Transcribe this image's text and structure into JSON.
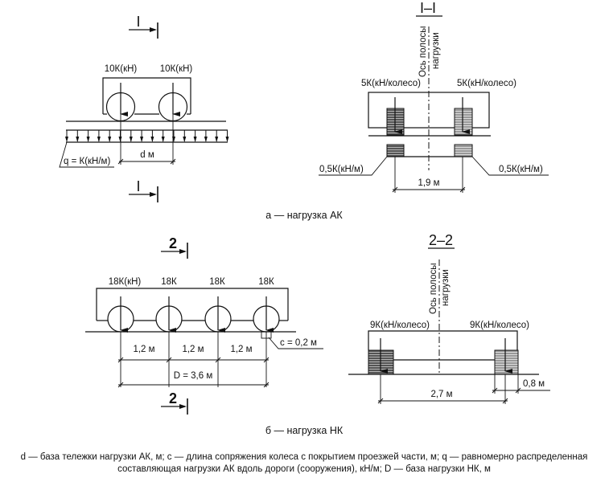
{
  "panel_a": {
    "section_mark": "I",
    "section_title": "I–I",
    "left_load": "10К(кН)",
    "right_load": "10К(кН)",
    "distributed_load": "q = К(кН/м)",
    "d_dim": "d м",
    "axis_label_1": "Ось полосы",
    "axis_label_2": "нагрузки",
    "wheel_load_left": "5К(кН/колесо)",
    "wheel_load_right": "5К(кН/колесо)",
    "strip_load_left": "0,5К(кН/м)",
    "strip_load_right": "0,5К(кН/м)",
    "track_dim": "1,9 м",
    "caption": "а — нагрузка АК"
  },
  "panel_b": {
    "section_mark": "2",
    "section_title": "2–2",
    "axle_loads": [
      "18К(кН)",
      "18К",
      "18К",
      "18К"
    ],
    "spacings": [
      "1,2 м",
      "1,2 м",
      "1,2 м"
    ],
    "c_dim": "c = 0,2 м",
    "D_dim": "D = 3,6 м",
    "axis_label_1": "Ось полосы",
    "axis_label_2": "нагрузки",
    "wheel_load_left": "9К(кН/колесо)",
    "wheel_load_right": "9К(кН/колесо)",
    "track_dim": "2,7 м",
    "wheel_width_dim": "0,8 м",
    "caption": "б — нагрузка НК"
  },
  "legend": {
    "line1": "d — база тележки нагрузки АК, м; c — длина сопряжения колеса с покрытием проезжей части, м; q — равномерно распределенная",
    "line2": "составляющая нагрузки АК вдоль дороги (сооружения), кН/м; D — база нагрузки НК, м"
  }
}
